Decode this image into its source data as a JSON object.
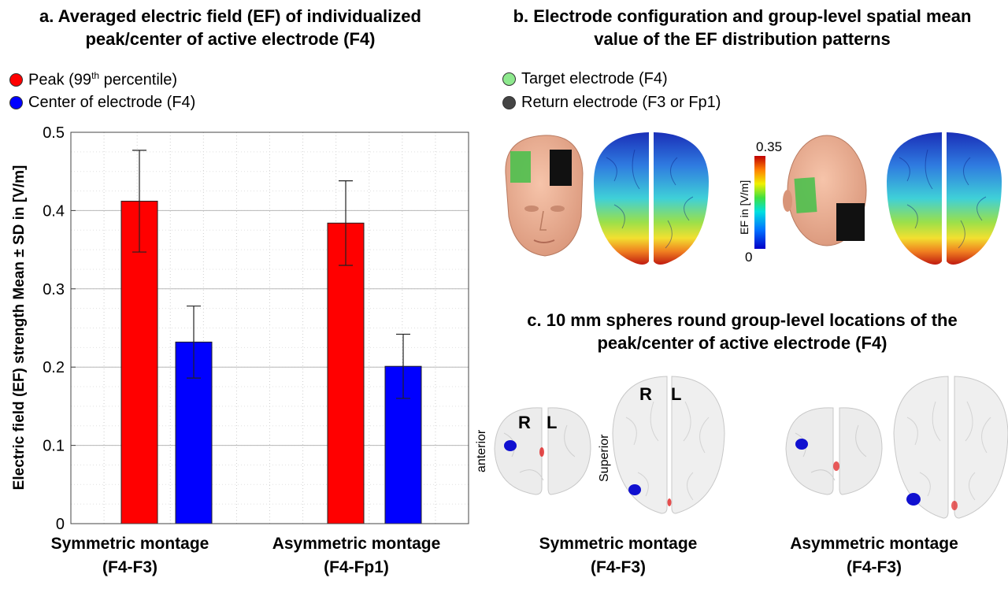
{
  "panel_a": {
    "title_line1": "a. Averaged electric field (EF) of individualized",
    "title_line2": "peak/center of active electrode (F4)",
    "legend": [
      {
        "label_prefix": "Peak (99",
        "label_sup": "th",
        "label_suffix": " percentile)",
        "color": "#ff0000"
      },
      {
        "label": "Center of electrode (F4)",
        "color": "#0000ff"
      }
    ],
    "ylabel": "Electric field (EF) strength Mean ± SD in [V/m]",
    "montage1_line1": "Symmetric montage",
    "montage1_line2": "(F4-F3)",
    "montage2_line1": "Asymmetric montage",
    "montage2_line2": "(F4-Fp1)"
  },
  "panel_b": {
    "title_line1": "b. Electrode configuration and group-level spatial mean",
    "title_line2": "value of the EF distribution patterns",
    "legend": [
      {
        "label": "Target electrode (F4)",
        "color": "#8de88d"
      },
      {
        "label": "Return electrode (F3 or Fp1)",
        "color": "#444444"
      }
    ],
    "colorbar_max": "0.35",
    "colorbar_min": "0",
    "colorbar_label": "EF in [V/m]"
  },
  "panel_c": {
    "title_line1": "c. 10 mm spheres round group-level locations of the",
    "title_line2": "peak/center of active electrode (F4)",
    "label_r": "R",
    "label_l": "L",
    "label_anterior": "anterior",
    "label_superior": "Superior",
    "montage1_line1": "Symmetric montage",
    "montage1_line2": "(F4-F3)",
    "montage2_line1": "Asymmetric montage",
    "montage2_line2": "(F4-F3)"
  },
  "chart_data": {
    "type": "bar",
    "categories": [
      "Symmetric montage (F4-F3)",
      "Asymmetric montage (F4-Fp1)"
    ],
    "series": [
      {
        "name": "Peak (99th percentile)",
        "color": "#ff0000",
        "values": [
          0.412,
          0.384
        ],
        "errors": [
          0.065,
          0.054
        ]
      },
      {
        "name": "Center of electrode (F4)",
        "color": "#0000ff",
        "values": [
          0.232,
          0.201
        ],
        "errors": [
          0.046,
          0.041
        ]
      }
    ],
    "yticks": [
      "0",
      "0.1",
      "0.2",
      "0.3",
      "0.4",
      "0.5"
    ],
    "ylim": [
      0,
      0.5
    ],
    "grid": true,
    "ylabel": "Electric field (EF) strength Mean ± SD in [V/m]"
  }
}
